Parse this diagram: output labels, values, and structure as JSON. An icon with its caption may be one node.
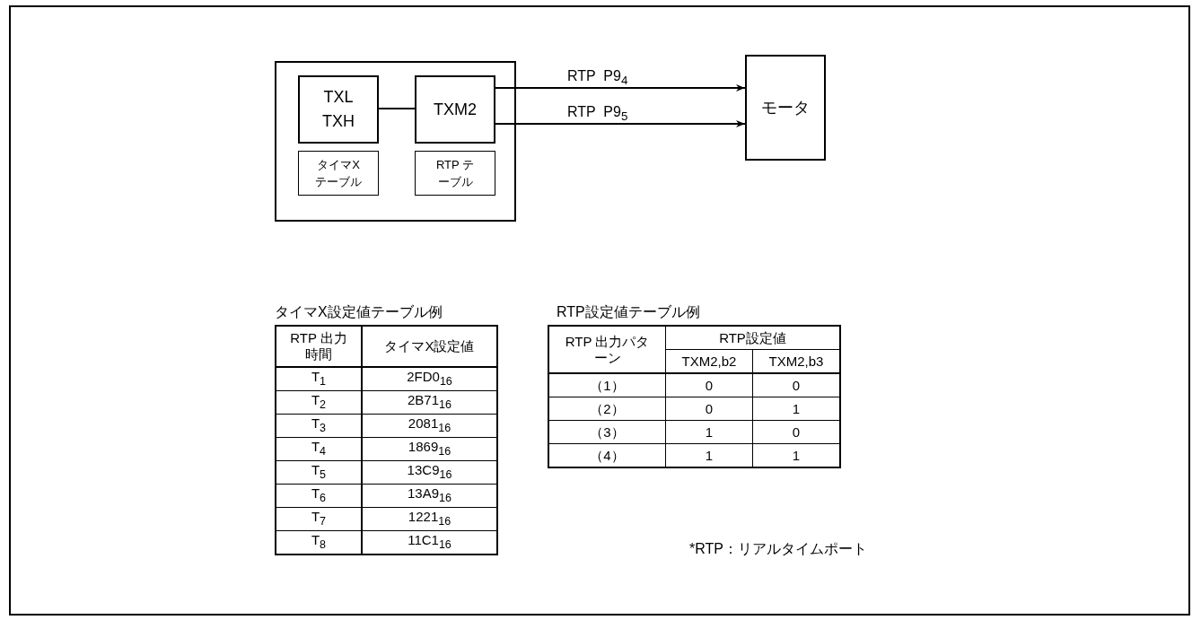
{
  "diagram": {
    "nodes": [
      {
        "text": [],
        "shape": "box"
      },
      {
        "text": [
          "TXL TXH"
        ],
        "in": 0
      },
      {
        "text": [
          "TXM2"
        ],
        "in": 0
      },
      {
        "text": [
          "タイマX テーブル"
        ],
        "in": 0
      },
      {
        "text": [
          "RTP テーブル"
        ],
        "in": 0
      },
      {
        "text": [
          "モータ"
        ]
      }
    ],
    "edges": [
      {
        "from": 1,
        "to": 2,
        "arrow": "none"
      },
      {
        "from": 2,
        "to": 5,
        "arrow": "to",
        "label": "RTP  P9$_{4}$"
      },
      {
        "from": 2,
        "to": 5,
        "arrow": "to",
        "label": "RTP  P9$_{5}$"
      }
    ],
    "labels": [
      "タイマX設定値テーブル例",
      "RTP 出力時間",
      "タイマX設定値",
      "T$_{1}$",
      "2FD0$_{16}$",
      "T$_{2}$",
      "2B71$_{16}$",
      "T$_{3}$",
      "2081$_{16}$",
      "T$_{4}$",
      "1869$_{16}$",
      "T$_{5}$",
      "13C9$_{16}$",
      "T$_{6}$",
      "13A9$_{16}$",
      "T$_{7}$",
      "1221$_{16}$",
      "T$_{8}$",
      "11C1$_{16}$",
      "RTP設定値テーブル例",
      "RTP 出力パターン",
      "RTP設定値",
      "TXM2,b2",
      "TXM2,b3",
      "（1）",
      "0",
      "0",
      "（2）",
      "0",
      "1",
      "（3）",
      "1",
      "0",
      "（4）",
      "1",
      "1",
      "*RTP：リアルタイムポート"
    ]
  }
}
